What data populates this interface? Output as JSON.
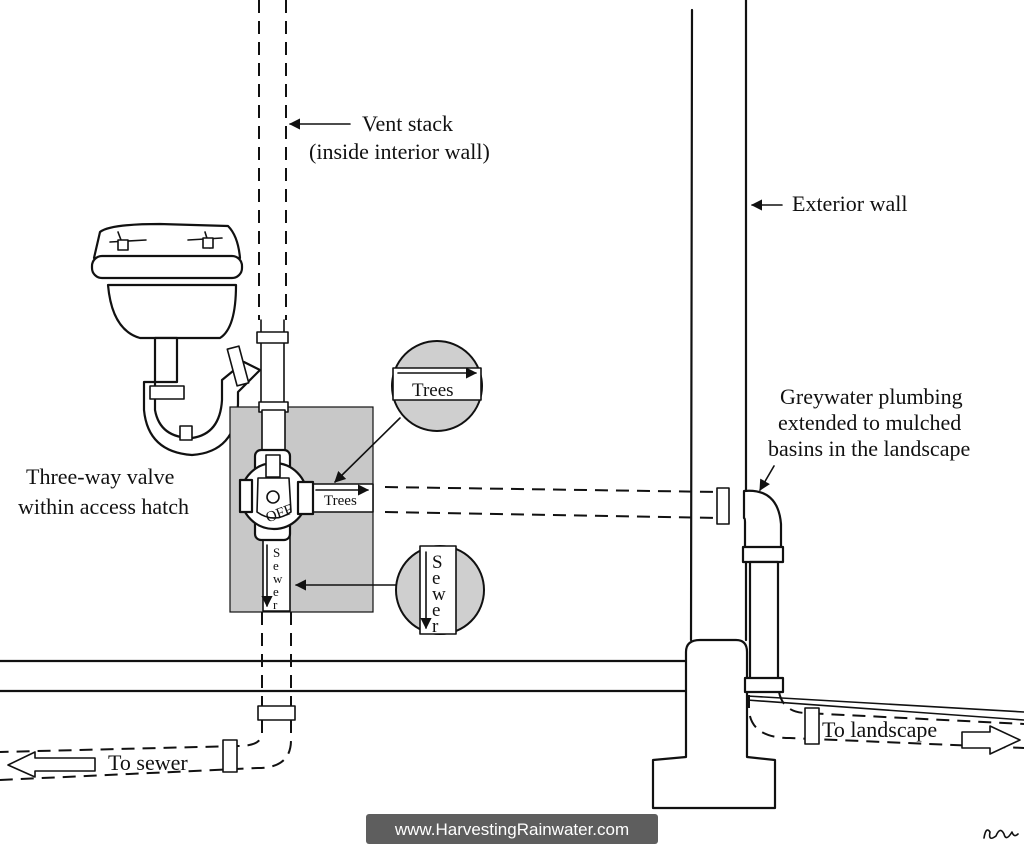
{
  "labels": {
    "vent_stack_line1": "Vent stack",
    "vent_stack_line2": "(inside interior wall)",
    "exterior_wall": "Exterior wall",
    "greywater_line1": "Greywater plumbing",
    "greywater_line2": "extended to mulched",
    "greywater_line3": "basins in the landscape",
    "valve_line1": "Three-way valve",
    "valve_line2": "within access hatch",
    "trees": "Trees",
    "trees_inset": "Trees",
    "sewer_letters": [
      "S",
      "e",
      "w",
      "e",
      "r"
    ],
    "sewer_inset_letters": [
      "S",
      "e",
      "w",
      "e",
      "r"
    ],
    "valve_off": "OFF",
    "to_sewer": "To sewer",
    "to_landscape": "To landscape",
    "footer": "www.HarvestingRainwater.com"
  },
  "colors": {
    "ink": "#111111",
    "hatch_fill": "#c8c8c8",
    "inset_fill": "#cfcfcf",
    "footer_bg": "#5e5e5e",
    "footer_text": "#ffffff",
    "background": "#ffffff"
  },
  "icons": {
    "signature": "artist-signature"
  }
}
